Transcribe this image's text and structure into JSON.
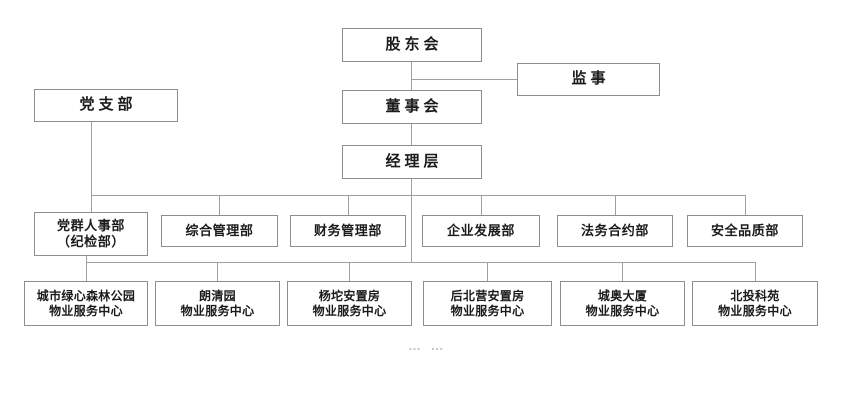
{
  "chart_data": {
    "type": "diagram",
    "title": "",
    "diagram_kind": "organizational-chart",
    "orientation": "top-down",
    "levels": [
      {
        "name": "governance",
        "nodes": [
          {
            "id": "shareholders",
            "label": "股东会"
          },
          {
            "id": "supervisor",
            "label": "监事"
          }
        ]
      },
      {
        "name": "board",
        "nodes": [
          {
            "id": "party-branch",
            "label": "党支部"
          },
          {
            "id": "board-of-directors",
            "label": "董事会"
          }
        ]
      },
      {
        "name": "management",
        "nodes": [
          {
            "id": "management-layer",
            "label": "经理层"
          }
        ]
      },
      {
        "name": "departments",
        "nodes": [
          {
            "id": "dept-party-hr",
            "label": "党群人事部\n（纪检部）"
          },
          {
            "id": "dept-general-admin",
            "label": "综合管理部"
          },
          {
            "id": "dept-finance",
            "label": "财务管理部"
          },
          {
            "id": "dept-enterprise-dev",
            "label": "企业发展部"
          },
          {
            "id": "dept-legal-contract",
            "label": "法务合约部"
          },
          {
            "id": "dept-safety-quality",
            "label": "安全品质部"
          }
        ]
      },
      {
        "name": "service-centers",
        "nodes": [
          {
            "id": "sc-green-heart-forest-park",
            "label": "城市绿心森林公园\n物业服务中心"
          },
          {
            "id": "sc-langqingyuan",
            "label": "朗清园\n物业服务中心"
          },
          {
            "id": "sc-yangtuo-resettlement",
            "label": "杨坨安置房\n物业服务中心"
          },
          {
            "id": "sc-houbeiying-resettlement",
            "label": "后北营安置房\n物业服务中心"
          },
          {
            "id": "sc-chengao-building",
            "label": "城奥大厦\n物业服务中心"
          },
          {
            "id": "sc-beitou-keyuan",
            "label": "北投科苑\n物业服务中心"
          }
        ]
      }
    ],
    "edges": [
      {
        "from": "shareholders",
        "to": "supervisor"
      },
      {
        "from": "shareholders",
        "to": "board-of-directors"
      },
      {
        "from": "board-of-directors",
        "to": "management-layer"
      },
      {
        "from": "party-branch",
        "to": "departments-bus"
      },
      {
        "from": "management-layer",
        "to": "departments-bus"
      },
      {
        "from": "departments-bus",
        "to": "dept-party-hr"
      },
      {
        "from": "departments-bus",
        "to": "dept-general-admin"
      },
      {
        "from": "departments-bus",
        "to": "dept-finance"
      },
      {
        "from": "departments-bus",
        "to": "dept-enterprise-dev"
      },
      {
        "from": "departments-bus",
        "to": "dept-legal-contract"
      },
      {
        "from": "departments-bus",
        "to": "dept-safety-quality"
      },
      {
        "from": "dept-party-hr",
        "to": "service-centers-bus"
      },
      {
        "from": "management-layer",
        "to": "service-centers-bus"
      },
      {
        "from": "service-centers-bus",
        "to": "sc-green-heart-forest-park"
      },
      {
        "from": "service-centers-bus",
        "to": "sc-langqingyuan"
      },
      {
        "from": "service-centers-bus",
        "to": "sc-yangtuo-resettlement"
      },
      {
        "from": "service-centers-bus",
        "to": "sc-houbeiying-resettlement"
      },
      {
        "from": "service-centers-bus",
        "to": "sc-chengao-building"
      },
      {
        "from": "service-centers-bus",
        "to": "sc-beitou-keyuan"
      }
    ],
    "annotations": [
      {
        "id": "continuation-ellipsis",
        "text": "… …"
      }
    ],
    "colors": {
      "box_border": "#8a8f96",
      "connector": "#9aa0a6",
      "text": "#1b1b1b",
      "background": "#ffffff",
      "ellipsis": "#b9bcc0"
    }
  },
  "nodes": {
    "shareholders": "股东会",
    "supervisor": "监事",
    "party_branch": "党支部",
    "board_of_directors": "董事会",
    "management_layer": "经理层",
    "dept_party_hr": "党群人事部\n（纪检部）",
    "dept_general_admin": "综合管理部",
    "dept_finance": "财务管理部",
    "dept_enterprise_dev": "企业发展部",
    "dept_legal_contract": "法务合约部",
    "dept_safety_quality": "安全品质部",
    "sc_green_heart_forest_park": "城市绿心森林公园\n物业服务中心",
    "sc_langqingyuan": "朗清园\n物业服务中心",
    "sc_yangtuo_resettlement": "杨坨安置房\n物业服务中心",
    "sc_houbeiying_resettlement": "后北营安置房\n物业服务中心",
    "sc_chengao_building": "城奥大厦\n物业服务中心",
    "sc_beitou_keyuan": "北投科苑\n物业服务中心"
  },
  "annotations": {
    "continuation_ellipsis": "… …"
  }
}
